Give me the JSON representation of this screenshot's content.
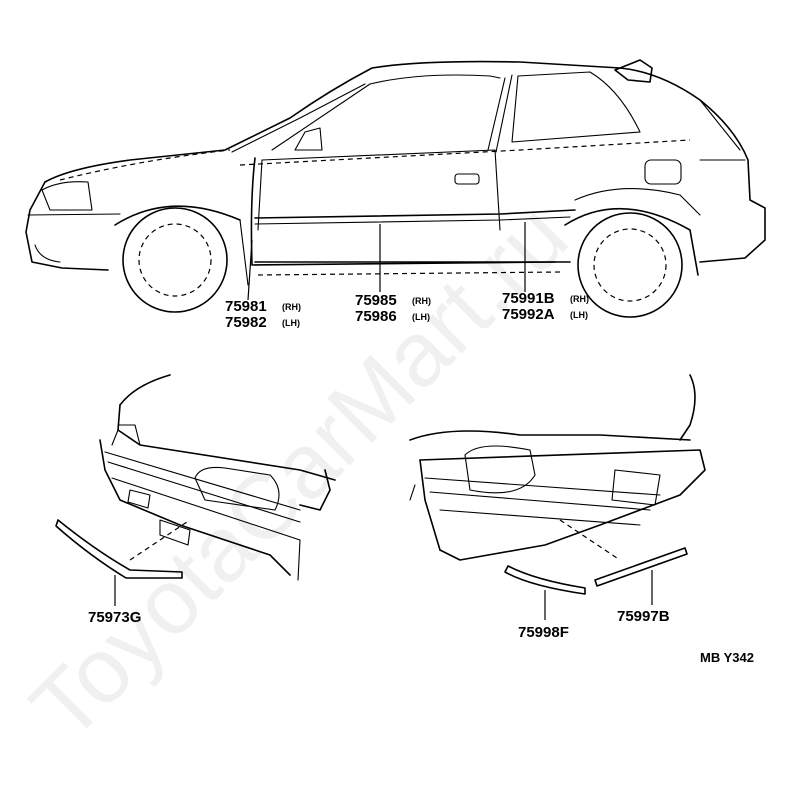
{
  "watermark": "ToyotaCarMart.ru",
  "side_view": {
    "callouts": [
      {
        "part": "75981",
        "side": "(RH)"
      },
      {
        "part": "75982",
        "side": "(LH)"
      },
      {
        "part": "75985",
        "side": "(RH)"
      },
      {
        "part": "75986",
        "side": "(LH)"
      },
      {
        "part": "75991B",
        "side": "(RH)"
      },
      {
        "part": "75992A",
        "side": "(LH)"
      }
    ]
  },
  "front_view": {
    "part": "75973G"
  },
  "rear_view": {
    "parts": [
      "75998F",
      "75997B"
    ]
  },
  "diagram_code": "MB Y342"
}
